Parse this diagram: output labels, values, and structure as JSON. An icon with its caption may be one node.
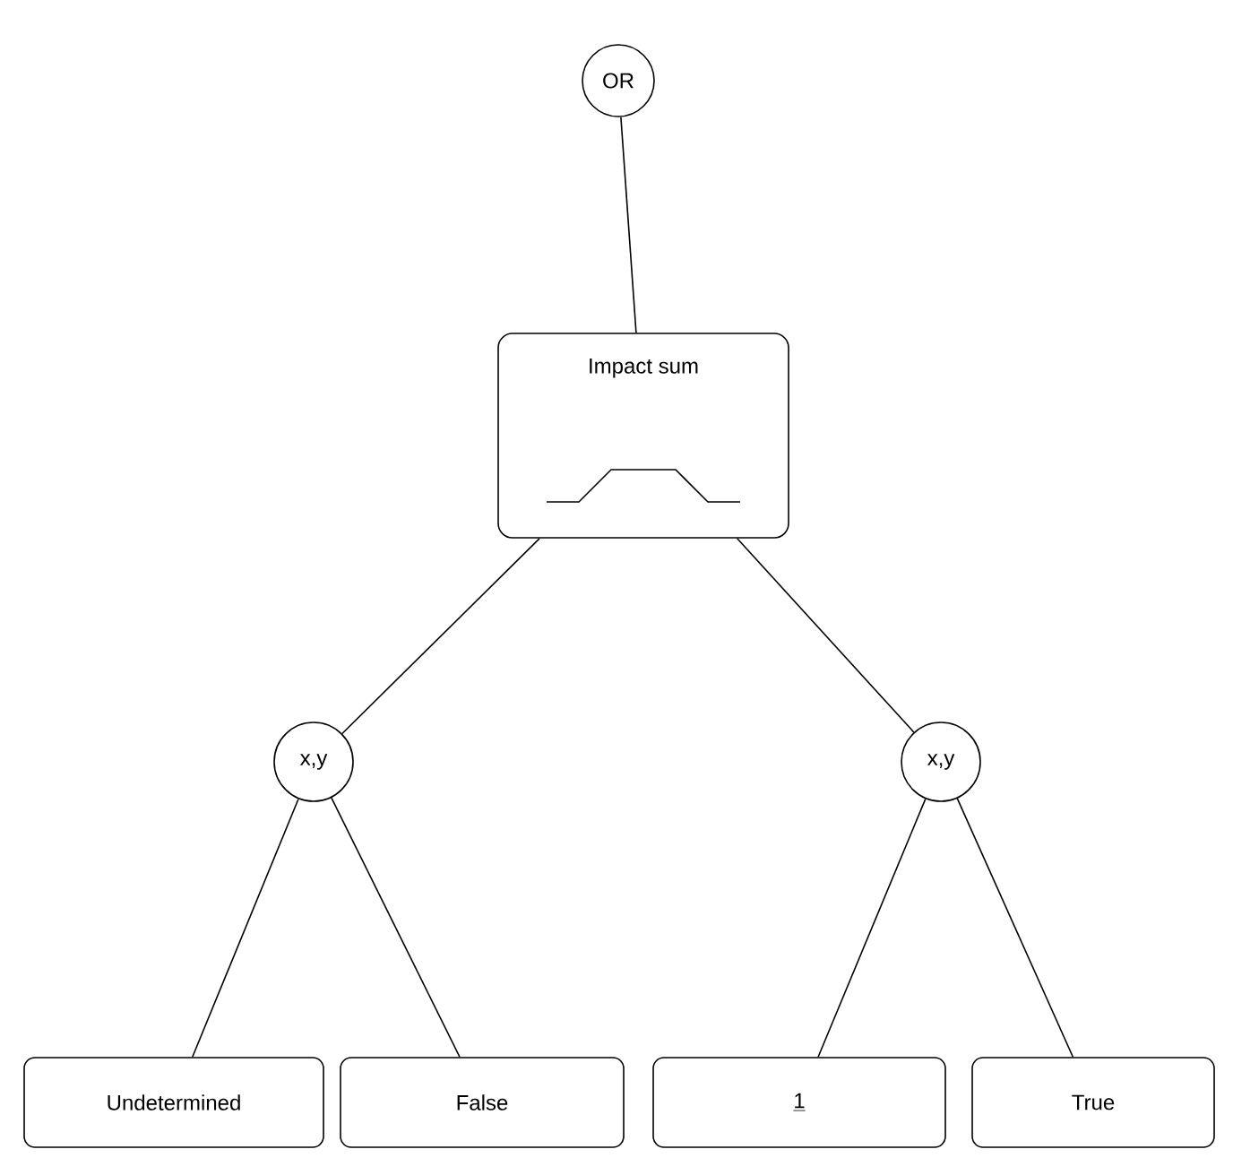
{
  "diagram": {
    "nodes": [
      {
        "text": [
          "OR"
        ]
      },
      {
        "text": [
          "Impact sum"
        ]
      },
      {
        "text": [
          "x,y"
        ]
      },
      {
        "text": [
          "x,y"
        ]
      },
      {
        "text": [
          "Undetermined"
        ]
      },
      {
        "text": [
          "False"
        ]
      },
      {
        "text": [
          "1"
        ]
      },
      {
        "text": [
          "True"
        ]
      }
    ],
    "edges": [
      {
        "from": 0,
        "to": 1,
        "arrow": "none"
      },
      {
        "from": 1,
        "to": 2,
        "arrow": "none"
      },
      {
        "from": 1,
        "to": 3,
        "arrow": "none"
      },
      {
        "from": 2,
        "to": 4,
        "arrow": "none"
      },
      {
        "from": 2,
        "to": 5,
        "arrow": "none"
      },
      {
        "from": 3,
        "to": 6,
        "arrow": "none"
      },
      {
        "from": 3,
        "to": 7,
        "arrow": "none"
      }
    ]
  }
}
